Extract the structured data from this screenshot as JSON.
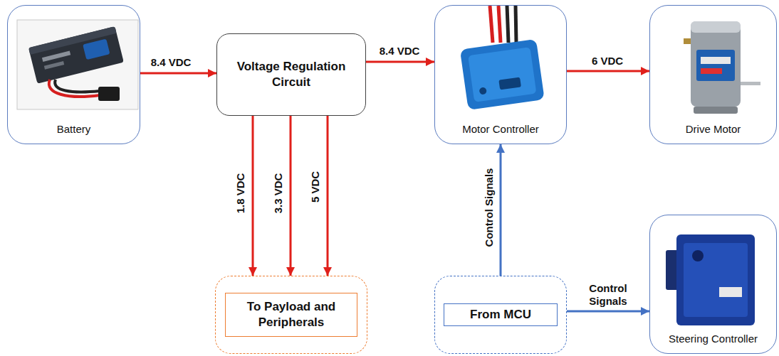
{
  "diagram": {
    "nodes": [
      {
        "text": [
          "Battery"
        ]
      },
      {
        "text": [
          "Voltage Regulation Circuit"
        ]
      },
      {
        "text": [
          "Motor Controller"
        ]
      },
      {
        "text": [
          "Drive Motor"
        ]
      },
      {
        "text": [
          "To Payload and Peripherals"
        ]
      },
      {
        "text": [
          "From MCU"
        ]
      },
      {
        "text": [
          "Steering Controller"
        ]
      }
    ],
    "edges": [
      {
        "from": 0,
        "to": 1,
        "label": "8.4 VDC",
        "arrow": "to"
      },
      {
        "from": 1,
        "to": 2,
        "label": "8.4 VDC",
        "arrow": "to"
      },
      {
        "from": 2,
        "to": 3,
        "label": "6 VDC",
        "arrow": "to"
      },
      {
        "from": 1,
        "to": 4,
        "label": "1.8 VDC",
        "arrow": "to"
      },
      {
        "from": 1,
        "to": 4,
        "label": "3.3 VDC",
        "arrow": "to"
      },
      {
        "from": 1,
        "to": 4,
        "label": "5 VDC",
        "arrow": "to"
      },
      {
        "from": 5,
        "to": 2,
        "label": "Control Signals",
        "arrow": "to"
      },
      {
        "from": 5,
        "to": 6,
        "label": "Control Signals",
        "arrow": "to"
      }
    ]
  }
}
